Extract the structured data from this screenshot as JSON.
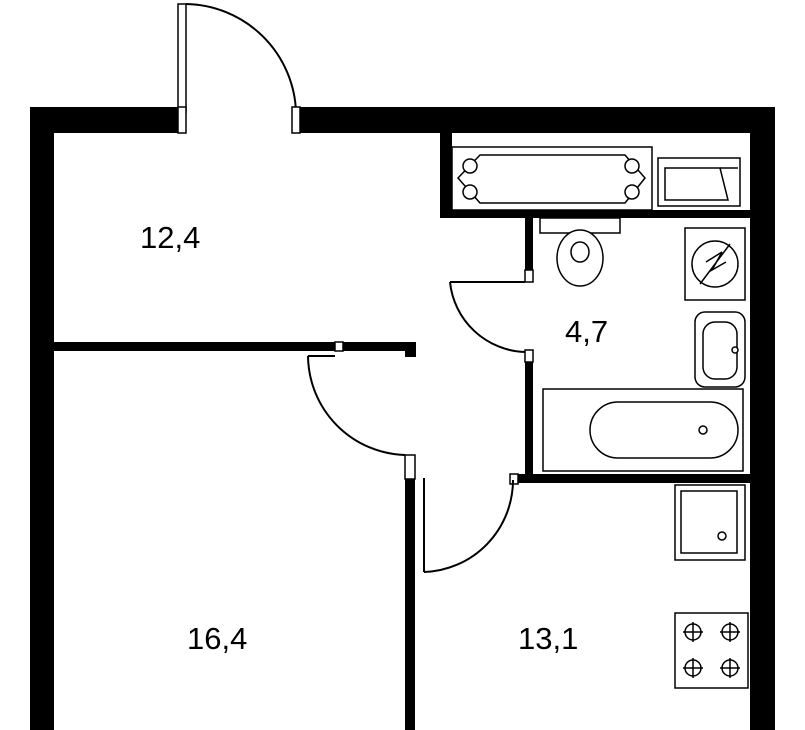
{
  "rooms": [
    {
      "id": "hall",
      "area": "12,4"
    },
    {
      "id": "bedroom",
      "area": "16,4"
    },
    {
      "id": "kitchen",
      "area": "13,1"
    },
    {
      "id": "bathroom",
      "area": "4,7"
    }
  ],
  "colors": {
    "wall": "#000000",
    "background": "#ffffff"
  },
  "icons": [
    "door-swing-icon",
    "bathtub-icon",
    "toilet-icon",
    "sink-icon",
    "washing-machine-icon",
    "stove-icon",
    "kitchen-sink-icon",
    "boiler-icon"
  ]
}
